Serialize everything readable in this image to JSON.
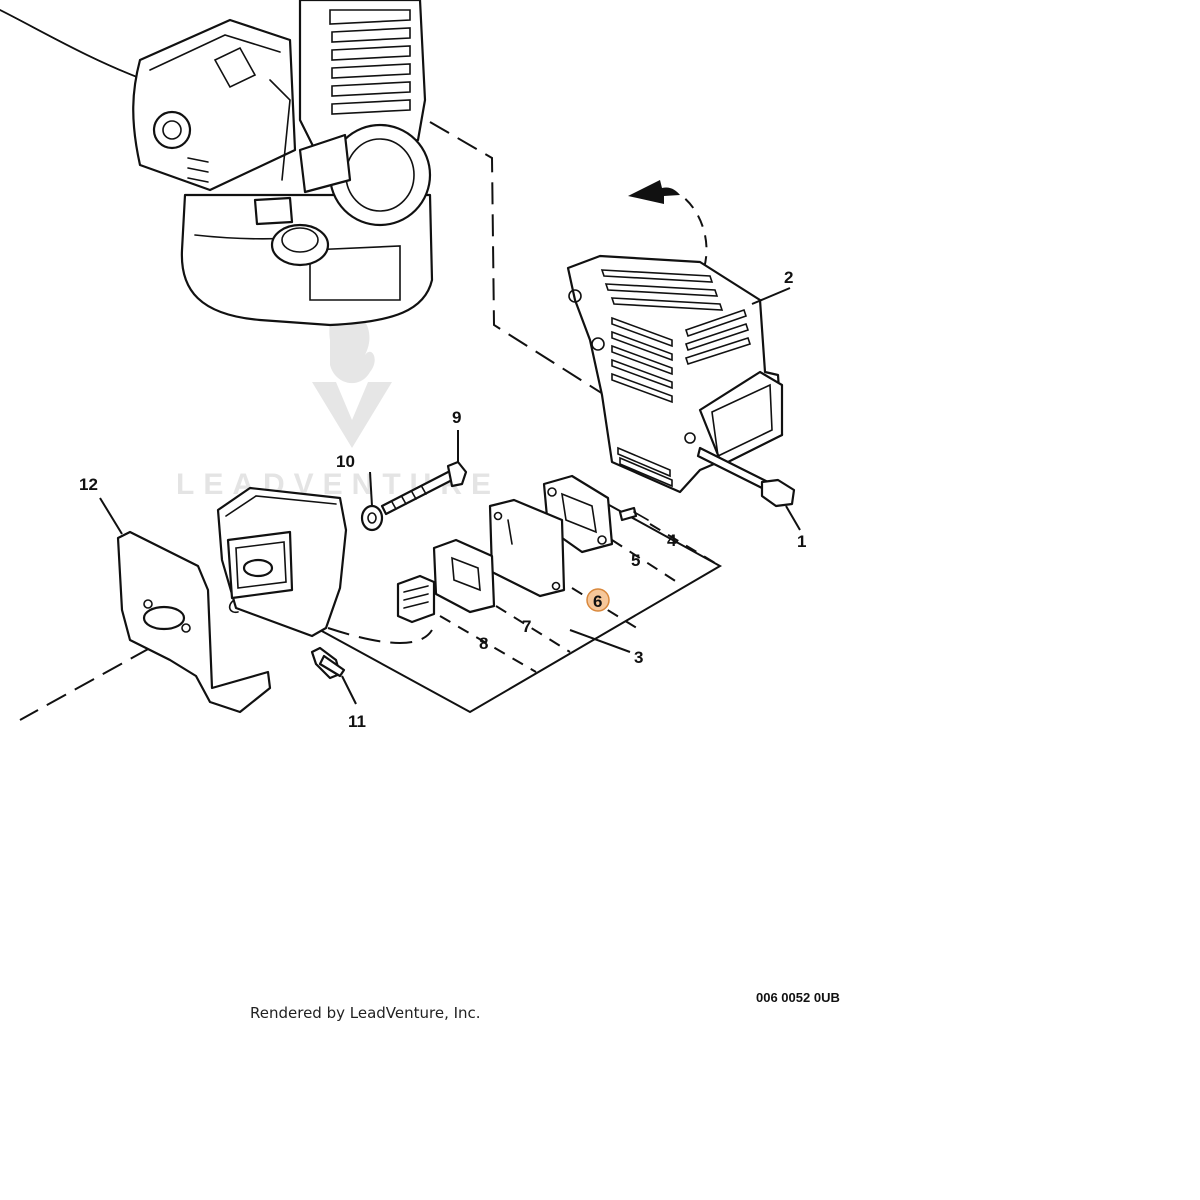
{
  "diagram": {
    "callouts": [
      {
        "id": "1",
        "label": "1"
      },
      {
        "id": "2",
        "label": "2"
      },
      {
        "id": "3",
        "label": "3"
      },
      {
        "id": "4",
        "label": "4"
      },
      {
        "id": "5",
        "label": "5"
      },
      {
        "id": "6",
        "label": "6",
        "highlighted": true
      },
      {
        "id": "7",
        "label": "7"
      },
      {
        "id": "8",
        "label": "8"
      },
      {
        "id": "9",
        "label": "9"
      },
      {
        "id": "10",
        "label": "10"
      },
      {
        "id": "11",
        "label": "11"
      },
      {
        "id": "12",
        "label": "12"
      }
    ],
    "watermark": "LEADVENTURE",
    "drawing_code": "006 0052 0UB",
    "credit": "Rendered by LeadVenture, Inc.",
    "highlight_color": "#f6c79a"
  }
}
